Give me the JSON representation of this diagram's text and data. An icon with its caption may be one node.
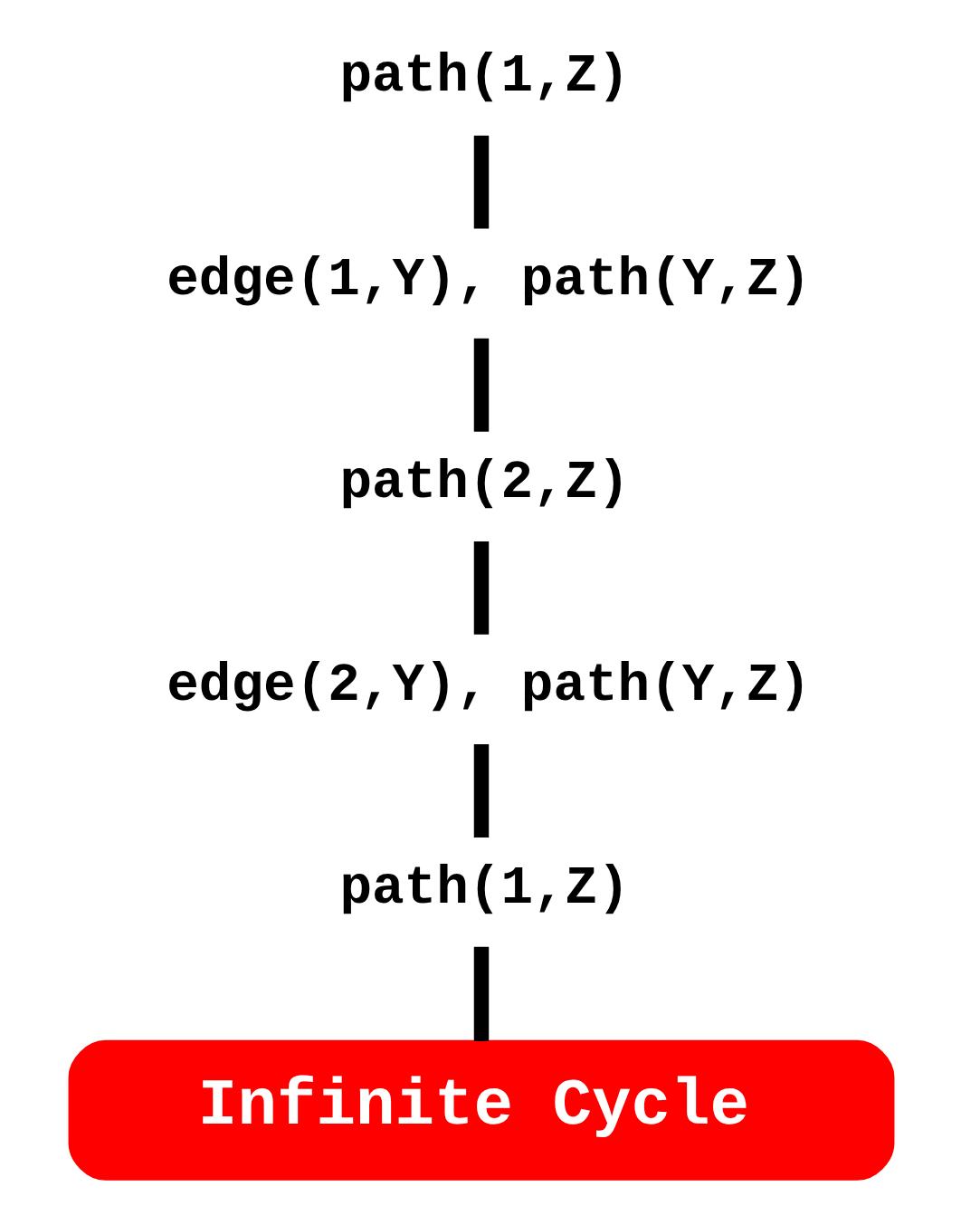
{
  "diagram": {
    "nodes": [
      {
        "text": [
          "path(1,Z)"
        ]
      },
      {
        "text": [
          "edge(1,Y), path(Y,Z)"
        ]
      },
      {
        "text": [
          "path(2,Z)"
        ]
      },
      {
        "text": [
          "edge(2,Y), path(Y,Z)"
        ]
      },
      {
        "text": [
          "path(1,Z)"
        ]
      },
      {
        "text": [
          "Infinite Cycle"
        ]
      }
    ],
    "edges": [
      {
        "from": 0,
        "to": 1,
        "arrow": "none"
      },
      {
        "from": 1,
        "to": 2,
        "arrow": "none"
      },
      {
        "from": 2,
        "to": 3,
        "arrow": "none"
      },
      {
        "from": 3,
        "to": 4,
        "arrow": "none"
      },
      {
        "from": 4,
        "to": 5,
        "arrow": "none"
      }
    ]
  }
}
